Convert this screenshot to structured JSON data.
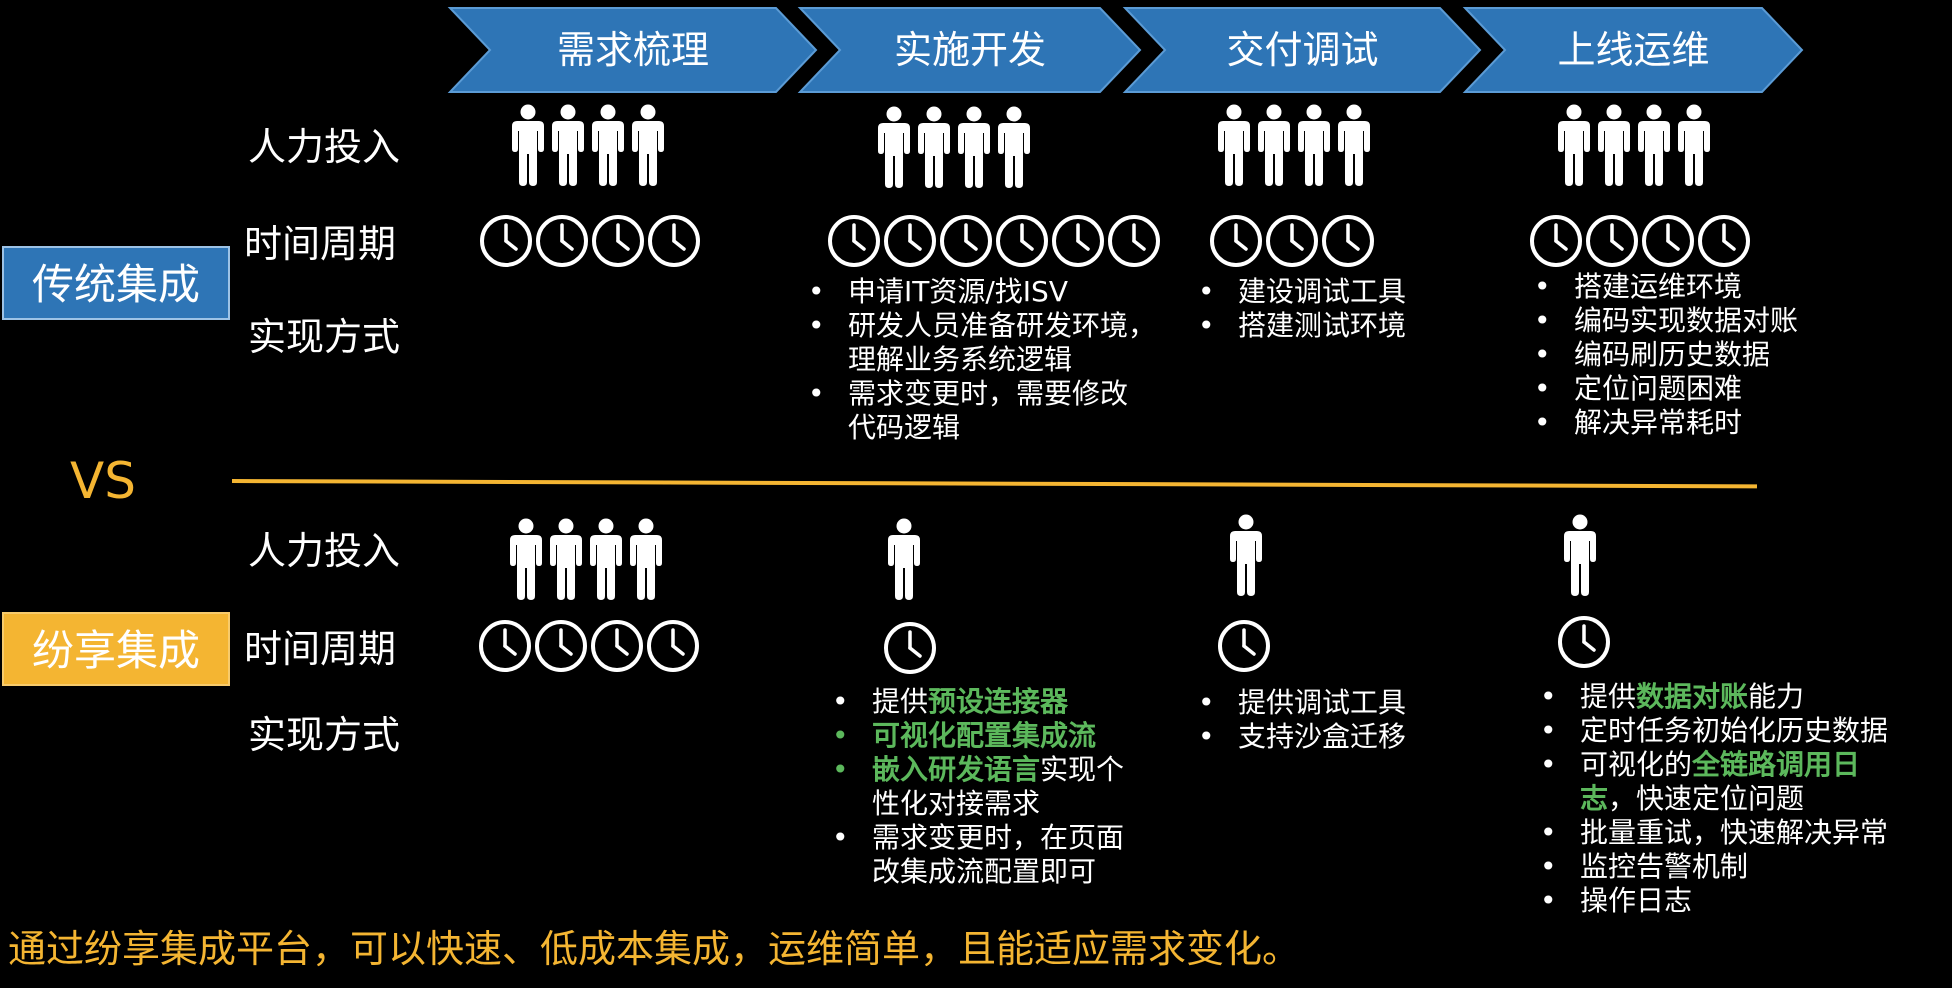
{
  "colors": {
    "chevron": "#2e75b6",
    "traditional_box": "#2e75b6",
    "share_box": "#f4b532",
    "divider": "#f4b532",
    "highlight": "#5cb85c",
    "conclusion": "#f4b532"
  },
  "stages": [
    "需求梳理",
    "实施开发",
    "交付调试",
    "上线运维"
  ],
  "row_labels": {
    "manpower": "人力投入",
    "period": "时间周期",
    "method": "实现方式"
  },
  "vs": "VS",
  "traditional": {
    "label": "传统集成",
    "manpower_counts": [
      4,
      4,
      4,
      4
    ],
    "period_counts": [
      4,
      6,
      3,
      4
    ],
    "methods": [
      [],
      [
        "申请IT资源/找ISV",
        "研发人员准备研发环境，理解业务系统逻辑",
        "需求变更时，需要修改代码逻辑"
      ],
      [
        "建设调试工具",
        "搭建测试环境"
      ],
      [
        "搭建运维环境",
        "编码实现数据对账",
        "编码刷历史数据",
        "定位问题困难",
        "解决异常耗时"
      ]
    ]
  },
  "share": {
    "label": "纷享集成",
    "manpower_counts": [
      4,
      1,
      1,
      1
    ],
    "period_counts": [
      4,
      1,
      1,
      1
    ],
    "methods": [
      [],
      [
        {
          "pre": "提供",
          "hl": "预设连接器",
          "post": ""
        },
        {
          "pre": "",
          "hl": "可视化配置集成流",
          "post": ""
        },
        {
          "pre": "",
          "hl": "嵌入研发语言",
          "post": "实现个性化对接需求"
        },
        {
          "pre": "需求变更时，在页面改集成流配置即可",
          "hl": "",
          "post": ""
        }
      ],
      [
        {
          "pre": "提供调试工具",
          "hl": "",
          "post": ""
        },
        {
          "pre": "支持沙盒迁移",
          "hl": "",
          "post": ""
        }
      ],
      [
        {
          "pre": "提供",
          "hl": "数据对账",
          "post": "能力"
        },
        {
          "pre": "定时任务初始化历史数据",
          "hl": "",
          "post": ""
        },
        {
          "pre": "可视化的",
          "hl": "全链路调用日志",
          "post": "，快速定位问题"
        },
        {
          "pre": "批量重试，快速解决异常",
          "hl": "",
          "post": ""
        },
        {
          "pre": "监控告警机制",
          "hl": "",
          "post": ""
        },
        {
          "pre": "操作日志",
          "hl": "",
          "post": ""
        }
      ]
    ]
  },
  "conclusion": "通过纷享集成平台，可以快速、低成本集成，运维简单，且能适应需求变化。"
}
